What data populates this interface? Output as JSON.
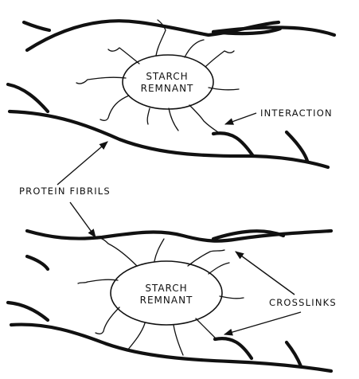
{
  "panels": {
    "top": {
      "remnant_line1": "STARCH",
      "remnant_line2": "REMNANT"
    },
    "bottom": {
      "remnant_line1": "STARCH",
      "remnant_line2": "REMNANT"
    }
  },
  "labels": {
    "interaction": "INTERACTION",
    "protein_fibrils": "PROTEIN FIBRILS",
    "crosslinks": "CROSSLINKS"
  }
}
